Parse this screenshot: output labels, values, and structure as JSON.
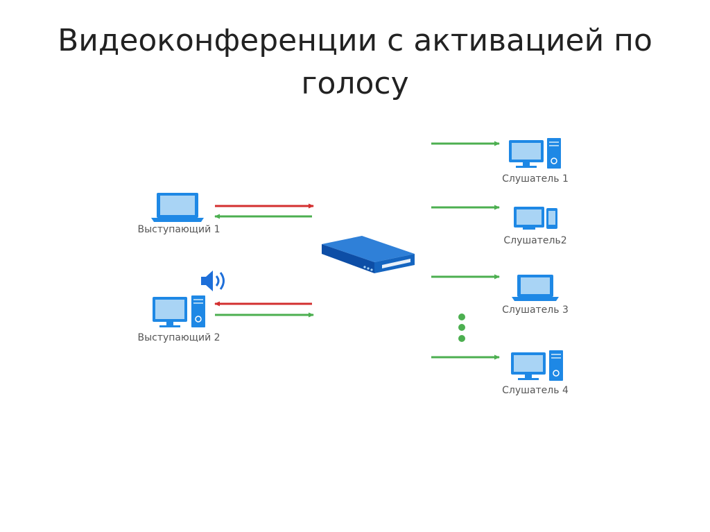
{
  "title": {
    "line1": "Видеоконференции с активацией по",
    "line2": "голосу"
  },
  "colors": {
    "device_blue": "#1e88e5",
    "screen_light": "#a9d4f5",
    "arrow_red": "#d32f2f",
    "arrow_green": "#4caf50",
    "server_blue": "#1565c0",
    "speaker_blue": "#1e6fd9",
    "label_gray": "#555555"
  },
  "speakers": [
    {
      "label": "Выступающий 1",
      "device": "laptop"
    },
    {
      "label": "Выступающий 2",
      "device": "desktop",
      "speaking": true
    }
  ],
  "listeners": [
    {
      "label": "Слушатель 1",
      "device": "desktop"
    },
    {
      "label": "Слушатель2",
      "device": "monitor-phone"
    },
    {
      "label": "Слушатель 3",
      "device": "laptop"
    },
    {
      "label": "Слушатель 4",
      "device": "desktop"
    }
  ],
  "icons": {
    "server": "server-icon",
    "speaker": "speaker-sound-icon",
    "ellipsis": "vertical-ellipsis-icon"
  }
}
